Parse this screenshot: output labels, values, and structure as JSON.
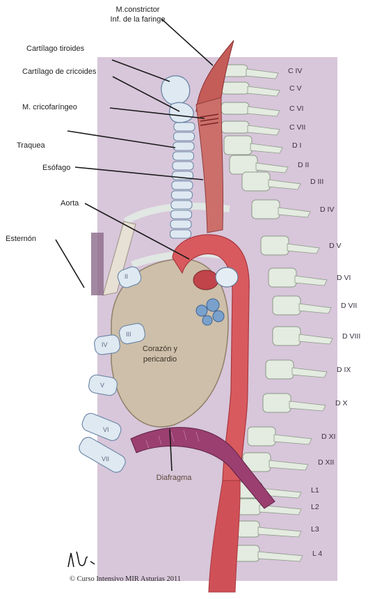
{
  "colors": {
    "panel": "#d8c6da",
    "vertebra": "#e4ebe0",
    "vertebra_edge": "#8a9a88",
    "vessel": "#d85a5e",
    "vessel_dark": "#b9383e",
    "muscle": "#c45c58",
    "cartilage": "#dfe9f2",
    "cartilage_edge": "#6f8aa8",
    "heart": "#cdbfa9",
    "diaphragm": "#9a3f70",
    "sternum": "#8c6a8a",
    "leader": "#1a1a1a"
  },
  "labels": {
    "constrictor_line1": "M.constrictor",
    "constrictor_line2": "Inf. de la faringe",
    "tiroides": "Cartílago tiroides",
    "cricoides": "Cartílago de cricoides",
    "cricofaringeo": "M. cricofaríngeo",
    "traquea": "Traquea",
    "esofago": "Esófago",
    "aorta": "Aorta",
    "esternon": "Esternón",
    "corazon_line1": "Corazón y",
    "corazon_line2": "pericardio",
    "diafragma": "Diafragma"
  },
  "vertebrae": [
    "C IV",
    "C V",
    "C VI",
    "C VII",
    "D I",
    "D II",
    "D III",
    "D IV",
    "D V",
    "D VI",
    "D VII",
    "D VIII",
    "D IX",
    "D X",
    "D XI",
    "D XII",
    "L1",
    "L2",
    "L3",
    "L 4"
  ],
  "ribs": [
    "II",
    "III",
    "IV",
    "V",
    "VI",
    "VII"
  ],
  "credit": "© Curso Intensivo MIR Asturias 2011"
}
